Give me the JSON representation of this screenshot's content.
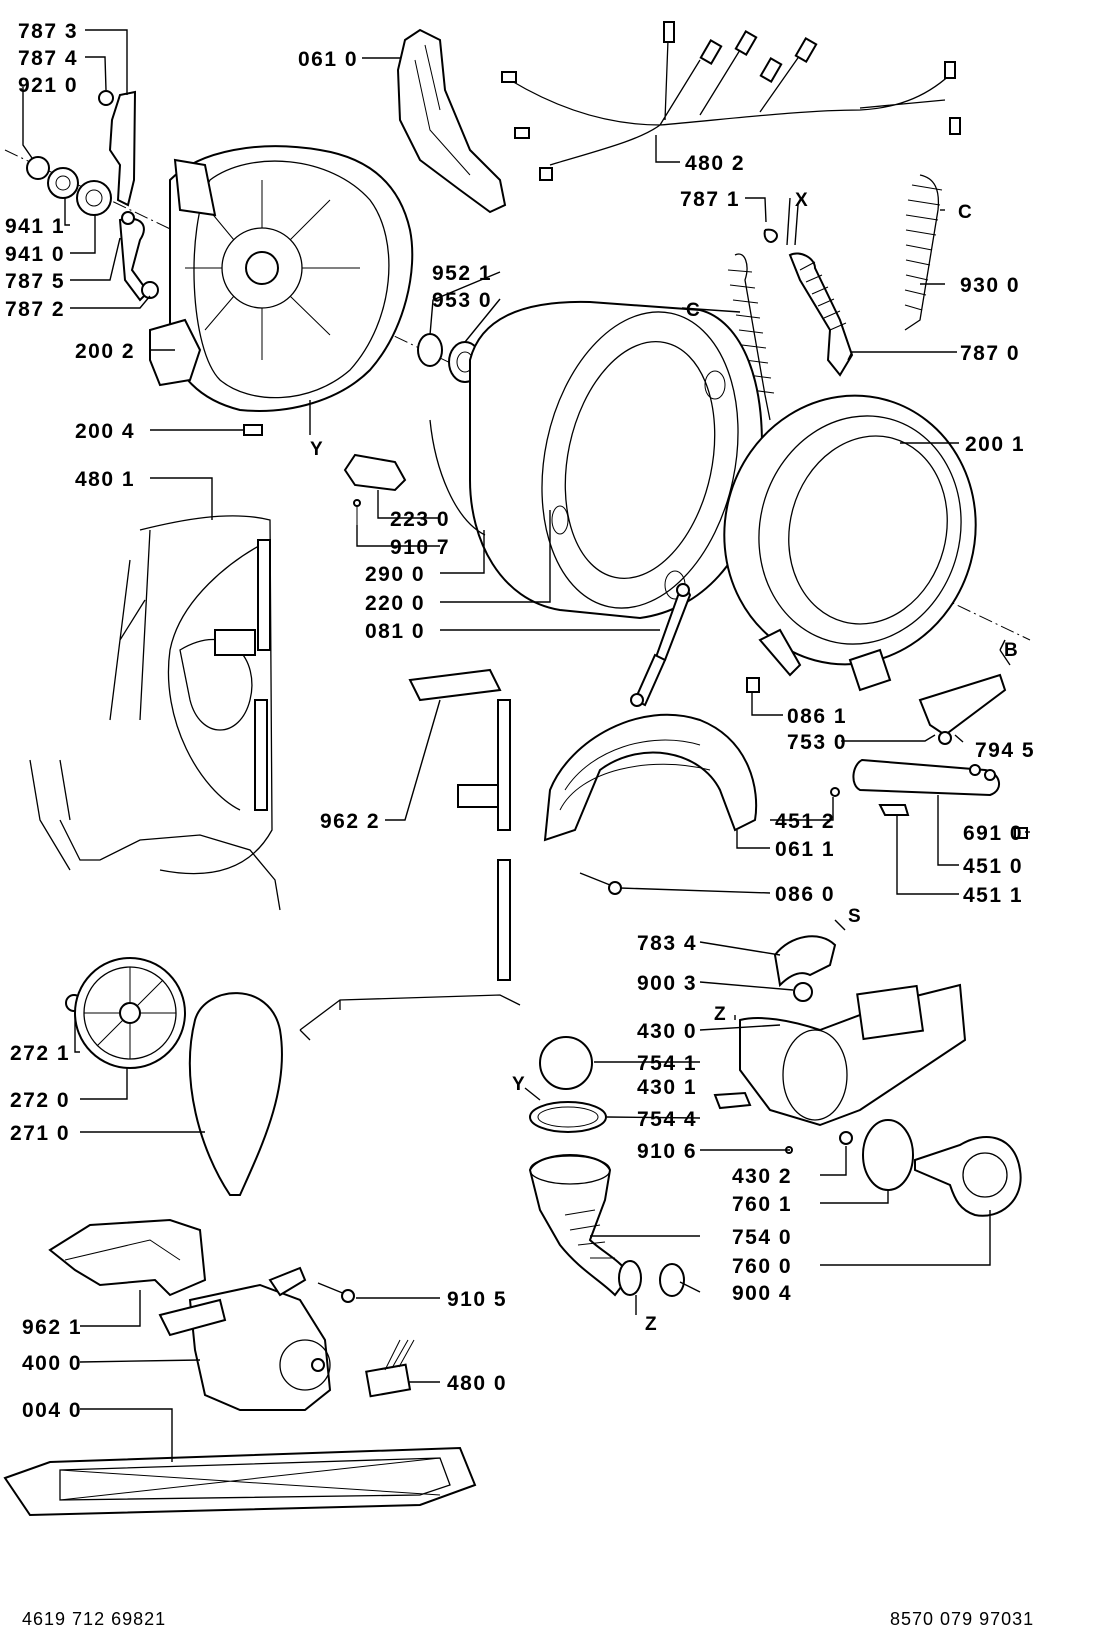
{
  "labels": {
    "l7873": "787 3",
    "l7874": "787 4",
    "l9210": "921 0",
    "l9411": "941 1",
    "l9410": "941 0",
    "l7875": "787 5",
    "l7872": "787 2",
    "l0610a": "061 0",
    "l4802": "480 2",
    "l7871": "787 1",
    "l9300": "930 0",
    "l7870": "787 0",
    "l9521": "952 1",
    "l9530": "953 0",
    "l2002": "200 2",
    "l2004": "200 4",
    "l2001": "200 1",
    "l4801": "480 1",
    "l2230": "223 0",
    "l9107": "910 7",
    "l2900": "290 0",
    "l2200": "220 0",
    "l0810": "081 0",
    "l0861": "086 1",
    "l7530": "753 0",
    "l7945": "794 5",
    "l9622": "962 2",
    "l4512": "451 2",
    "l6910": "691 0",
    "l0611": "061 1",
    "l4510": "451 0",
    "l0860": "086 0",
    "l4511": "451 1",
    "l7834": "783 4",
    "l9003": "900 3",
    "l4300": "430 0",
    "l2721": "272 1",
    "l7541": "754 1",
    "l4301": "430 1",
    "l2720": "272 0",
    "l7544": "754 4",
    "l2710": "271 0",
    "l9106": "910 6",
    "l4302": "430 2",
    "l7601": "760 1",
    "l7540": "754 0",
    "l7600": "760 0",
    "l9004": "900 4",
    "l9105": "910 5",
    "l9621": "962 1",
    "l4000": "400 0",
    "l4800": "480 0",
    "l0040": "004 0"
  },
  "letters": {
    "x": "X",
    "c1": "C",
    "c2": "C",
    "y1": "Y",
    "b": "B",
    "s": "S",
    "z1": "Z",
    "y2": "Y",
    "z2": "Z"
  },
  "footer": {
    "left": "4619 712 69821",
    "right": "8570 079 97031"
  }
}
